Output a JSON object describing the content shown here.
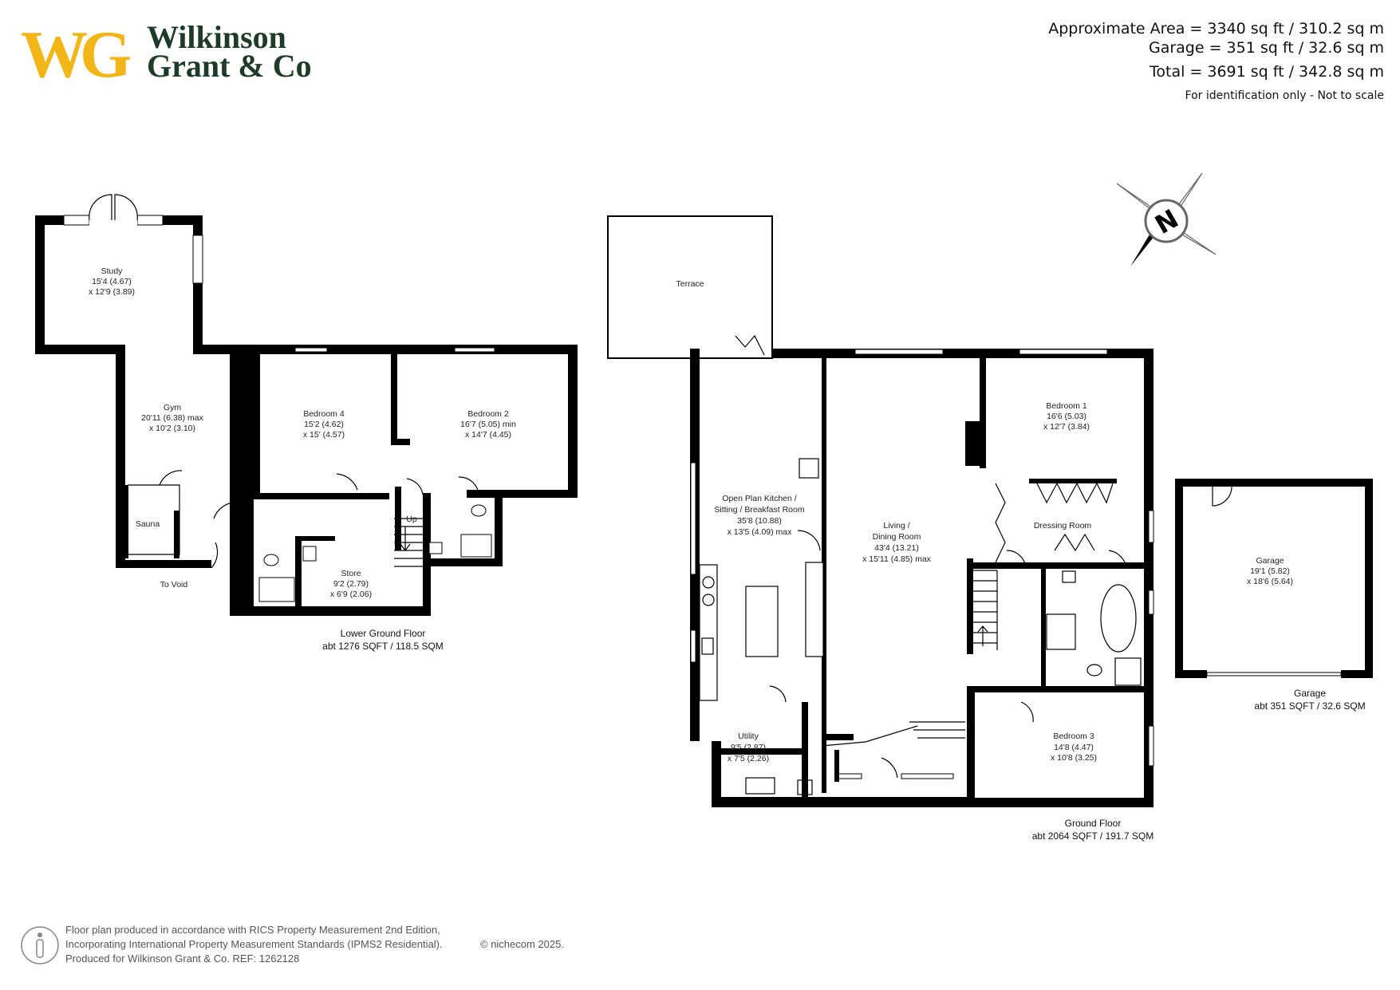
{
  "brand": {
    "monogram": "WG",
    "name_line1": "Wilkinson",
    "name_line2": "Grant & Co",
    "colors": {
      "gold": "#F2B619",
      "green": "#1E3B2A"
    }
  },
  "areas": {
    "approx": "Approximate Area = 3340 sq ft / 310.2 sq m",
    "garage": "Garage = 351 sq ft / 32.6 sq m",
    "total": "Total = 3691 sq ft / 342.8 sq m",
    "note": "For identification only - Not to scale"
  },
  "compass": {
    "letter": "N"
  },
  "lower_ground": {
    "title": "Lower Ground Floor",
    "area": "abt 1276 SQFT / 118.5 SQM",
    "rooms": {
      "study": {
        "name": "Study",
        "dim1": "15'4 (4.67)",
        "dim2": "x 12'9 (3.89)"
      },
      "gym": {
        "name": "Gym",
        "dim1": "20'11 (6.38) max",
        "dim2": "x 10'2 (3.10)"
      },
      "bedroom4": {
        "name": "Bedroom 4",
        "dim1": "15'2 (4.62)",
        "dim2": "x 15' (4.57)"
      },
      "bedroom2": {
        "name": "Bedroom 2",
        "dim1": "16'7 (5.05) min",
        "dim2": "x 14'7 (4.45)"
      },
      "sauna": {
        "name": "Sauna"
      },
      "store": {
        "name": "Store",
        "dim1": "9'2 (2.79)",
        "dim2": "x 6'9 (2.06)"
      },
      "up": "Up",
      "void": "To Void"
    }
  },
  "ground": {
    "title": "Ground Floor",
    "area": "abt 2064 SQFT / 191.7 SQM",
    "rooms": {
      "terrace": {
        "name": "Terrace"
      },
      "kitchen": {
        "name1": "Open Plan Kitchen /",
        "name2": "Sitting / Breakfast Room",
        "dim1": "35'8 (10.88)",
        "dim2": "x 13'5 (4.09) max"
      },
      "living": {
        "name1": "Living /",
        "name2": "Dining Room",
        "dim1": "43'4 (13.21)",
        "dim2": "x 15'11 (4.85) max"
      },
      "bedroom1": {
        "name": "Bedroom 1",
        "dim1": "16'6 (5.03)",
        "dim2": "x 12'7 (3.84)"
      },
      "dressing": {
        "name": "Dressing Room"
      },
      "utility": {
        "name": "Utility",
        "dim1": "9'5 (2.87)",
        "dim2": "x 7'5 (2.26)"
      },
      "bedroom3": {
        "name": "Bedroom 3",
        "dim1": "14'8 (4.47)",
        "dim2": "x 10'8 (3.25)"
      }
    }
  },
  "garage_plan": {
    "title": "Garage",
    "area": "abt 351 SQFT / 32.6 SQM",
    "room": {
      "name": "Garage",
      "dim1": "19'1 (5.82)",
      "dim2": "x 18'6 (5.64)"
    }
  },
  "footer": {
    "line1": "Floor plan produced in accordance with RICS Property Measurement 2nd Edition,",
    "line2": "Incorporating International Property Measurement Standards (IPMS2 Residential).",
    "copyright": "© nichecom   2025.",
    "line3": "Produced for Wilkinson Grant & Co.   REF:  1262128"
  }
}
